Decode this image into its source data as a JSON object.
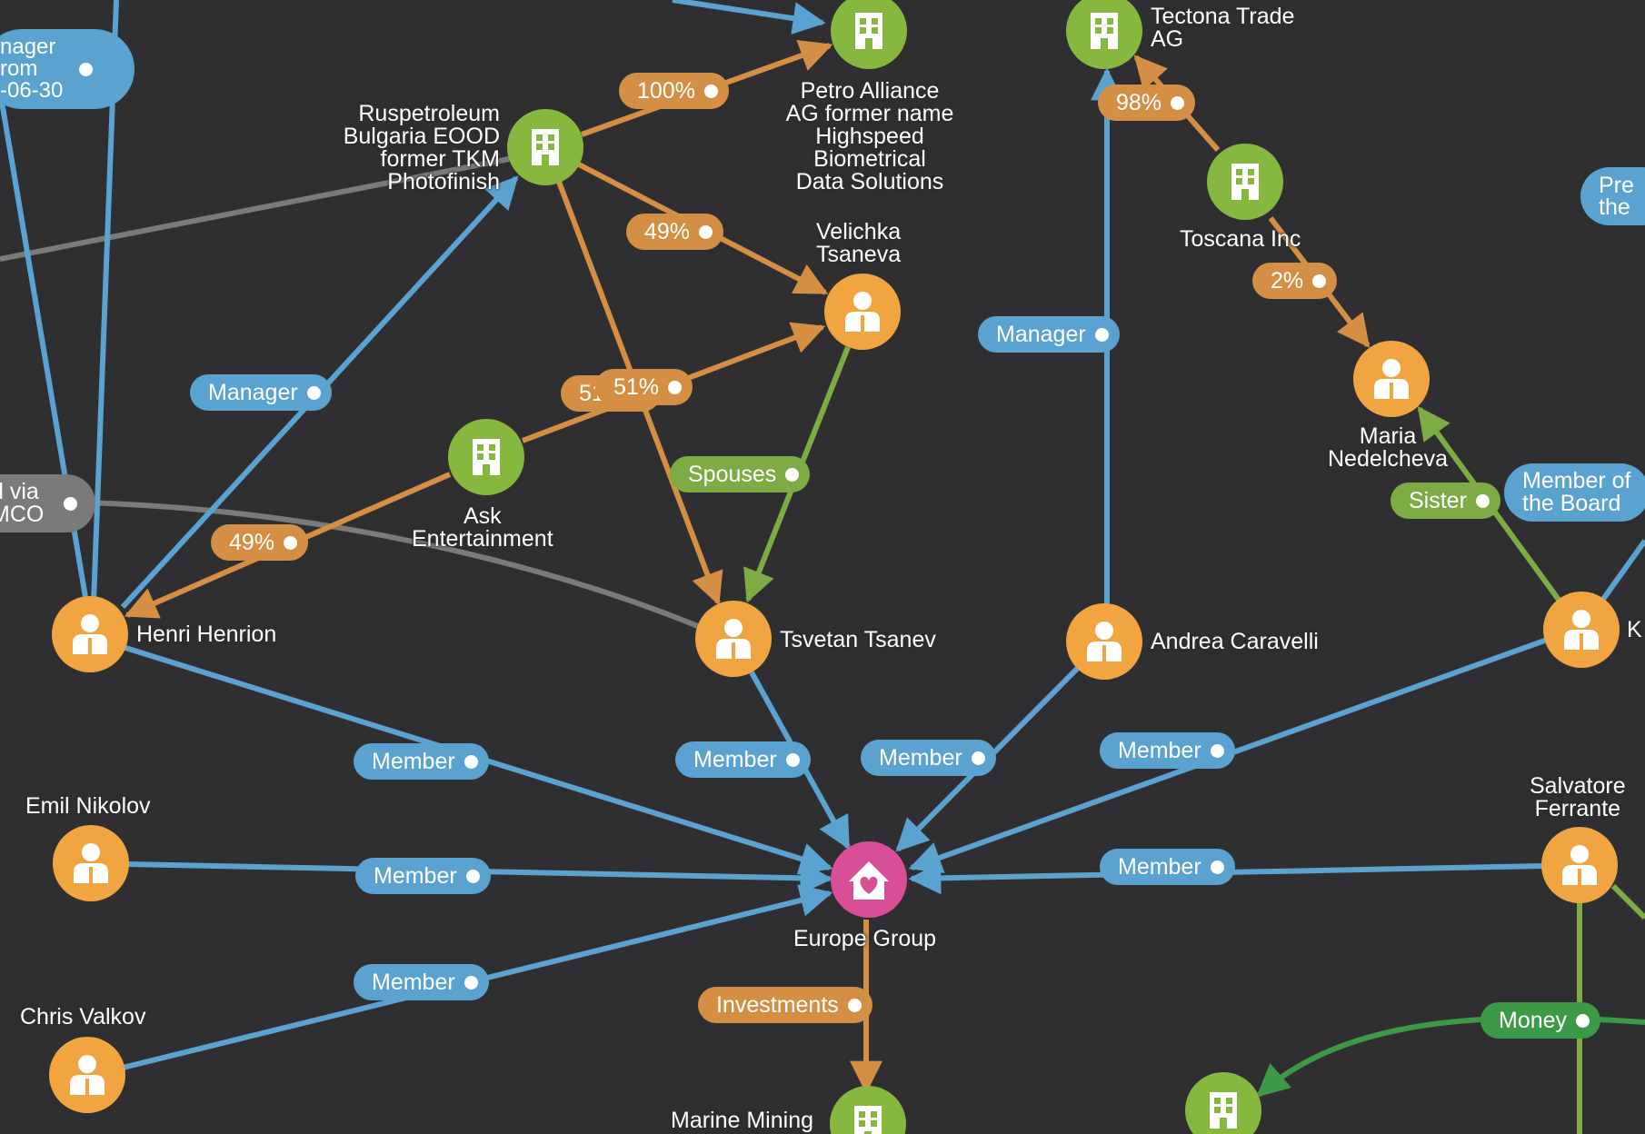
{
  "colors": {
    "background": "#2f2f31",
    "person_node": "#f0a540",
    "company_node": "#86b83f",
    "group_node": "#d94f95",
    "membership_edge": "#5aa2cf",
    "ownership_edge": "#d48f45",
    "family_edge": "#7dab44",
    "money_edge": "#3c9a47",
    "other_edge": "#7a7a7a"
  },
  "nodes": {
    "petro_alliance": {
      "type": "company",
      "icon": "building-icon",
      "label": "Petro Alliance\nAG former name\nHighspeed\nBiometrical\nData Solutions"
    },
    "tectona": {
      "type": "company",
      "icon": "building-icon",
      "label": "Tectona Trade\nAG"
    },
    "ruspetroleum": {
      "type": "company",
      "icon": "building-icon",
      "label": "Ruspetroleum\nBulgaria EOOD\nformer TKM\nPhotofinish"
    },
    "toscana": {
      "type": "company",
      "icon": "building-icon",
      "label": "Toscana Inc"
    },
    "velichka": {
      "type": "person",
      "icon": "person-icon",
      "label": "Velichka\nTsaneva"
    },
    "maria": {
      "type": "person",
      "icon": "person-icon",
      "label": "Maria\nNedelcheva"
    },
    "ask_ent": {
      "type": "company",
      "icon": "building-icon",
      "label": "Ask\nEntertainment"
    },
    "henri": {
      "type": "person",
      "icon": "person-icon",
      "label": "Henri Henrion"
    },
    "tsvetan": {
      "type": "person",
      "icon": "person-icon",
      "label": "Tsvetan Tsanev"
    },
    "andrea": {
      "type": "person",
      "icon": "person-icon",
      "label": "Andrea Caravelli"
    },
    "k_person": {
      "type": "person",
      "icon": "person-icon",
      "label": "K"
    },
    "emil": {
      "type": "person",
      "icon": "person-icon",
      "label": "Emil Nikolov"
    },
    "europe_group": {
      "type": "group",
      "icon": "house-heart-icon",
      "label": "Europe Group"
    },
    "salvatore": {
      "type": "person",
      "icon": "person-icon",
      "label": "Salvatore\nFerrante"
    },
    "chris": {
      "type": "person",
      "icon": "person-icon",
      "label": "Chris Valkov"
    },
    "marine_mining": {
      "type": "company",
      "icon": "building-icon",
      "label": "Marine Mining"
    },
    "company_bottom_right": {
      "type": "company",
      "icon": "building-icon",
      "label": ""
    }
  },
  "edge_labels": {
    "manager_top_left": "nager\nrom\n-06-30",
    "pct_100": "100%",
    "pct_98": "98%",
    "pct_49_top": "49%",
    "pre_right": "Pre\nthe",
    "pct_2": "2%",
    "manager_andrea": "Manager",
    "manager_henri": "Manager",
    "pct_51_back": "51",
    "pct_51": "51%",
    "spouses": "Spouses",
    "sister": "Sister",
    "member_board": "Member of\nthe Board",
    "via_left": "d via\nMCO",
    "pct_49_ask": "49%",
    "member_henri": "Member",
    "member_tsvetan": "Member",
    "member_andrea": "Member",
    "member_k": "Member",
    "member_emil": "Member",
    "member_salvatore": "Member",
    "member_chris": "Member",
    "investments": "Investments",
    "money": "Money"
  }
}
